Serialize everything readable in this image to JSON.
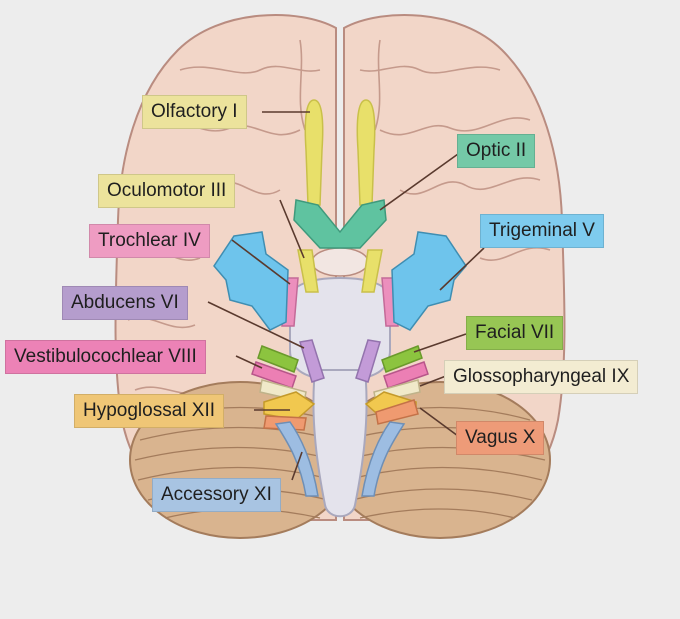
{
  "colors": {
    "background": "#ededed",
    "cerebrum_fill": "#f2d6c8",
    "cerebrum_line": "#b98c80",
    "cerebellum_fill": "#d9b48f",
    "cerebellum_line": "#a47c5c",
    "brainstem_fill": "#e4e3ec",
    "brainstem_line": "#a9a8bd",
    "leader_line": "#5a3a2e"
  },
  "nerves": [
    {
      "id": "olfactory",
      "text": "Olfactory I",
      "fill": "#ece39c",
      "nerve_color": "#e8e06a"
    },
    {
      "id": "optic",
      "text": "Optic II",
      "fill": "#74c9a7",
      "nerve_color": "#5fc3a0"
    },
    {
      "id": "oculomotor",
      "text": "Oculomotor III",
      "fill": "#ece39c",
      "nerve_color": "#e8e06a"
    },
    {
      "id": "trochlear",
      "text": "Trochlear IV",
      "fill": "#ee9cc2",
      "nerve_color": "#ec8fbd"
    },
    {
      "id": "trigeminal",
      "text": "Trigeminal V",
      "fill": "#7ecbee",
      "nerve_color": "#6ec4ec"
    },
    {
      "id": "abducens",
      "text": "Abducens VI",
      "fill": "#b59dcd",
      "nerve_color": "#c39bd8"
    },
    {
      "id": "facial",
      "text": "Facial VII",
      "fill": "#97c654",
      "nerve_color": "#8cc43f"
    },
    {
      "id": "vestibulocochlear",
      "text": "Vestibulocochlear VIII",
      "fill": "#ec82b6",
      "nerve_color": "#ec7fb4"
    },
    {
      "id": "glossopharyngeal",
      "text": "Glossopharyngeal IX",
      "fill": "#f3ecd2",
      "nerve_color": "#f0e9c9"
    },
    {
      "id": "hypoglossal",
      "text": "Hypoglossal XII",
      "fill": "#efc676",
      "nerve_color": "#f1c84f"
    },
    {
      "id": "vagus",
      "text": "Vagus X",
      "fill": "#ee9b78",
      "nerve_color": "#ef9a70"
    },
    {
      "id": "accessory",
      "text": "Accessory XI",
      "fill": "#a8c4e2",
      "nerve_color": "#9dbde2"
    }
  ]
}
